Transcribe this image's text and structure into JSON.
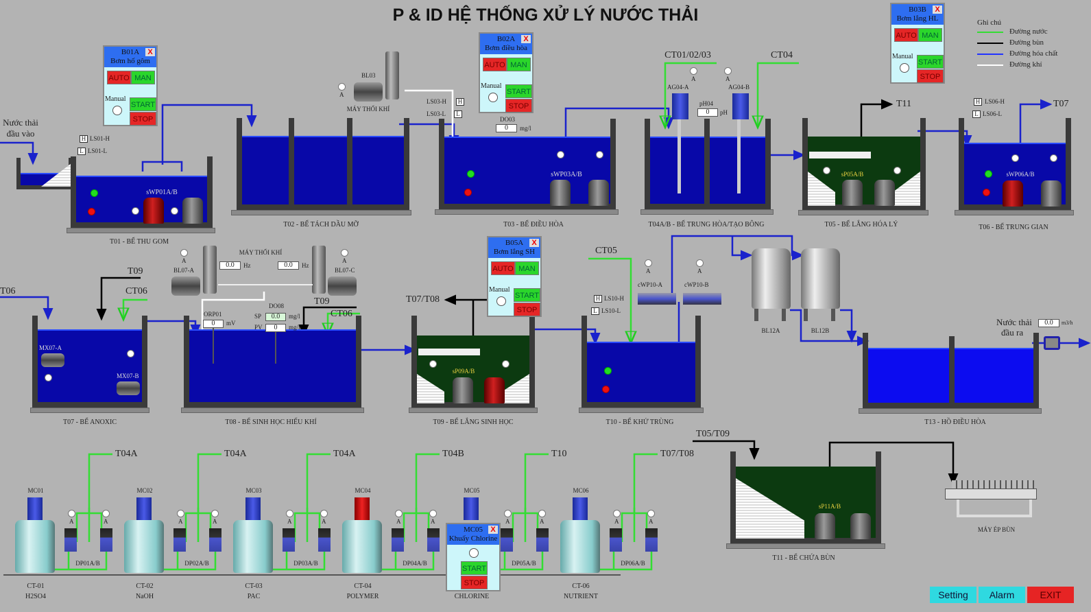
{
  "title": "P & ID HỆ THỐNG XỬ LÝ NƯỚC THẢI",
  "legend": {
    "title": "Ghi chú",
    "items": [
      {
        "label": "Đường nước",
        "color": "#33dd33"
      },
      {
        "label": "Đường bùn",
        "color": "#000000"
      },
      {
        "label": "Đường hóa chất",
        "color": "#2233ff"
      },
      {
        "label": "Đường khí",
        "color": "#ffffff"
      }
    ]
  },
  "popups": [
    {
      "id": "B01A",
      "name": "Bơm hố gôm",
      "auto": "AUTO",
      "man": "MAN",
      "manual": "Manual",
      "start": "START",
      "stop": "STOP",
      "close": "X"
    },
    {
      "id": "B02A",
      "name": "Bơm điều hòa",
      "auto": "AUTO",
      "man": "MAN",
      "manual": "Manual",
      "start": "START",
      "stop": "STOP",
      "close": "X"
    },
    {
      "id": "B03B",
      "name": "Bơm lắng HL",
      "auto": "AUTO",
      "man": "MAN",
      "manual": "Manual",
      "start": "START",
      "stop": "STOP",
      "close": "X"
    },
    {
      "id": "B05A",
      "name": "Bơm lắng SH",
      "auto": "AUTO",
      "man": "MAN",
      "manual": "Manual",
      "start": "START",
      "stop": "STOP",
      "close": "X"
    }
  ],
  "chlorine_popup": {
    "id": "MC05",
    "name": "Khuấy Chlorine",
    "start": "START",
    "stop": "STOP",
    "close": "X"
  },
  "inlet": {
    "line1": "Nước thải",
    "line2": "đầu vào"
  },
  "outlet": {
    "line1": "Nước thải",
    "line2": "đầu ra",
    "value": "0.0",
    "unit": "m3/h"
  },
  "tanks": {
    "t01": "T01 - BỂ THU GOM",
    "t02": "T02 - BỂ TÁCH DẦU MỠ",
    "t03": "T03 - BỂ ĐIỀU HÒA",
    "t04": "T04A/B - BỂ TRUNG HÒA/TẠO BÔNG",
    "t05": "T05 - BỂ LẮNG HÓA LÝ",
    "t06": "T06 - BỂ TRUNG GIAN",
    "t07": "T07 - BỂ ANOXIC",
    "t08": "T08 - BỂ SINH HỌC HIẾU KHÍ",
    "t09": "T09 - BỂ LẮNG SINH HỌC",
    "t10": "T10 - BỂ KHỬ TRÙNG",
    "t11": "T11 - BỂ CHỨA BÙN",
    "t13": "T13 - HỒ ĐIỀU HÒA"
  },
  "tags": {
    "a": "A",
    "h": "H",
    "l": "L",
    "ls01h": "LS01-H",
    "ls01l": "LS01-L",
    "swp01": "sWP01A/B",
    "bl03": "BL03",
    "blower": "MÁY THỔI KHÍ",
    "ls03h": "LS03-H",
    "ls03l": "LS03-L",
    "swp03": "sWP03A/B",
    "ct010203": "CT01/02/03",
    "ct04": "CT04",
    "ag04a": "AG04-A",
    "ag04b": "AG04-B",
    "t11": "T11",
    "sp05": "sP05A/B",
    "ls06h": "LS06-H",
    "ls06l": "LS06-L",
    "swp06": "sWP06A/B",
    "t07": "T07",
    "t06": "T06",
    "t09": "T09",
    "ct06": "CT06",
    "mx07a": "MX07-A",
    "mx07b": "MX07-B",
    "bl07a": "BL07-A",
    "bl07c": "BL07-C",
    "t0708": "T07/T08",
    "sp09": "sP09A/B",
    "ct05": "CT05",
    "ls10h": "LS10-H",
    "ls10l": "LS10-L",
    "cwp10a": "cWP10-A",
    "cwp10b": "cWP10-B",
    "bl12a": "BL12A",
    "bl12b": "BL12B",
    "t0509": "T05/T09",
    "sp11": "sP11A/B",
    "press": "MÁY ÉP BÙN"
  },
  "instruments": {
    "do03": {
      "label": "DO03",
      "value": "0",
      "unit": "mg/l"
    },
    "ph04": {
      "label": "pH04",
      "value": "0",
      "unit": "pH"
    },
    "bl07a_hz": {
      "value": "0.0",
      "unit": "Hz"
    },
    "bl07c_hz": {
      "value": "0.0",
      "unit": "Hz"
    },
    "orp01": {
      "label": "ORP01",
      "value": "0",
      "unit": "mV"
    },
    "do08": {
      "label": "DO08",
      "sp_label": "SP",
      "sp": "0.0",
      "pv_label": "PV",
      "pv": "0",
      "unit": "mg/l"
    }
  },
  "chem": [
    {
      "mixer": "MC01",
      "pump": "DP01A/B",
      "dest": "T04A",
      "tank": "CT-01",
      "chem": "H2SO4"
    },
    {
      "mixer": "MC02",
      "pump": "DP02A/B",
      "dest": "T04A",
      "tank": "CT-02",
      "chem": "NaOH"
    },
    {
      "mixer": "MC03",
      "pump": "DP03A/B",
      "dest": "T04A",
      "tank": "CT-03",
      "chem": "PAC"
    },
    {
      "mixer": "MC04",
      "pump": "DP04A/B",
      "dest": "T04B",
      "tank": "CT-04",
      "chem": "POLYMER"
    },
    {
      "mixer": "MC05",
      "pump": "DP05A/B",
      "dest": "T10",
      "tank": "",
      "chem": "CHLORINE"
    },
    {
      "mixer": "MC06",
      "pump": "DP06A/B",
      "dest": "T07/T08",
      "tank": "CT-06",
      "chem": "NUTRIENT"
    }
  ],
  "buttons": {
    "setting": "Setting",
    "alarm": "Alarm",
    "exit": "EXIT"
  }
}
